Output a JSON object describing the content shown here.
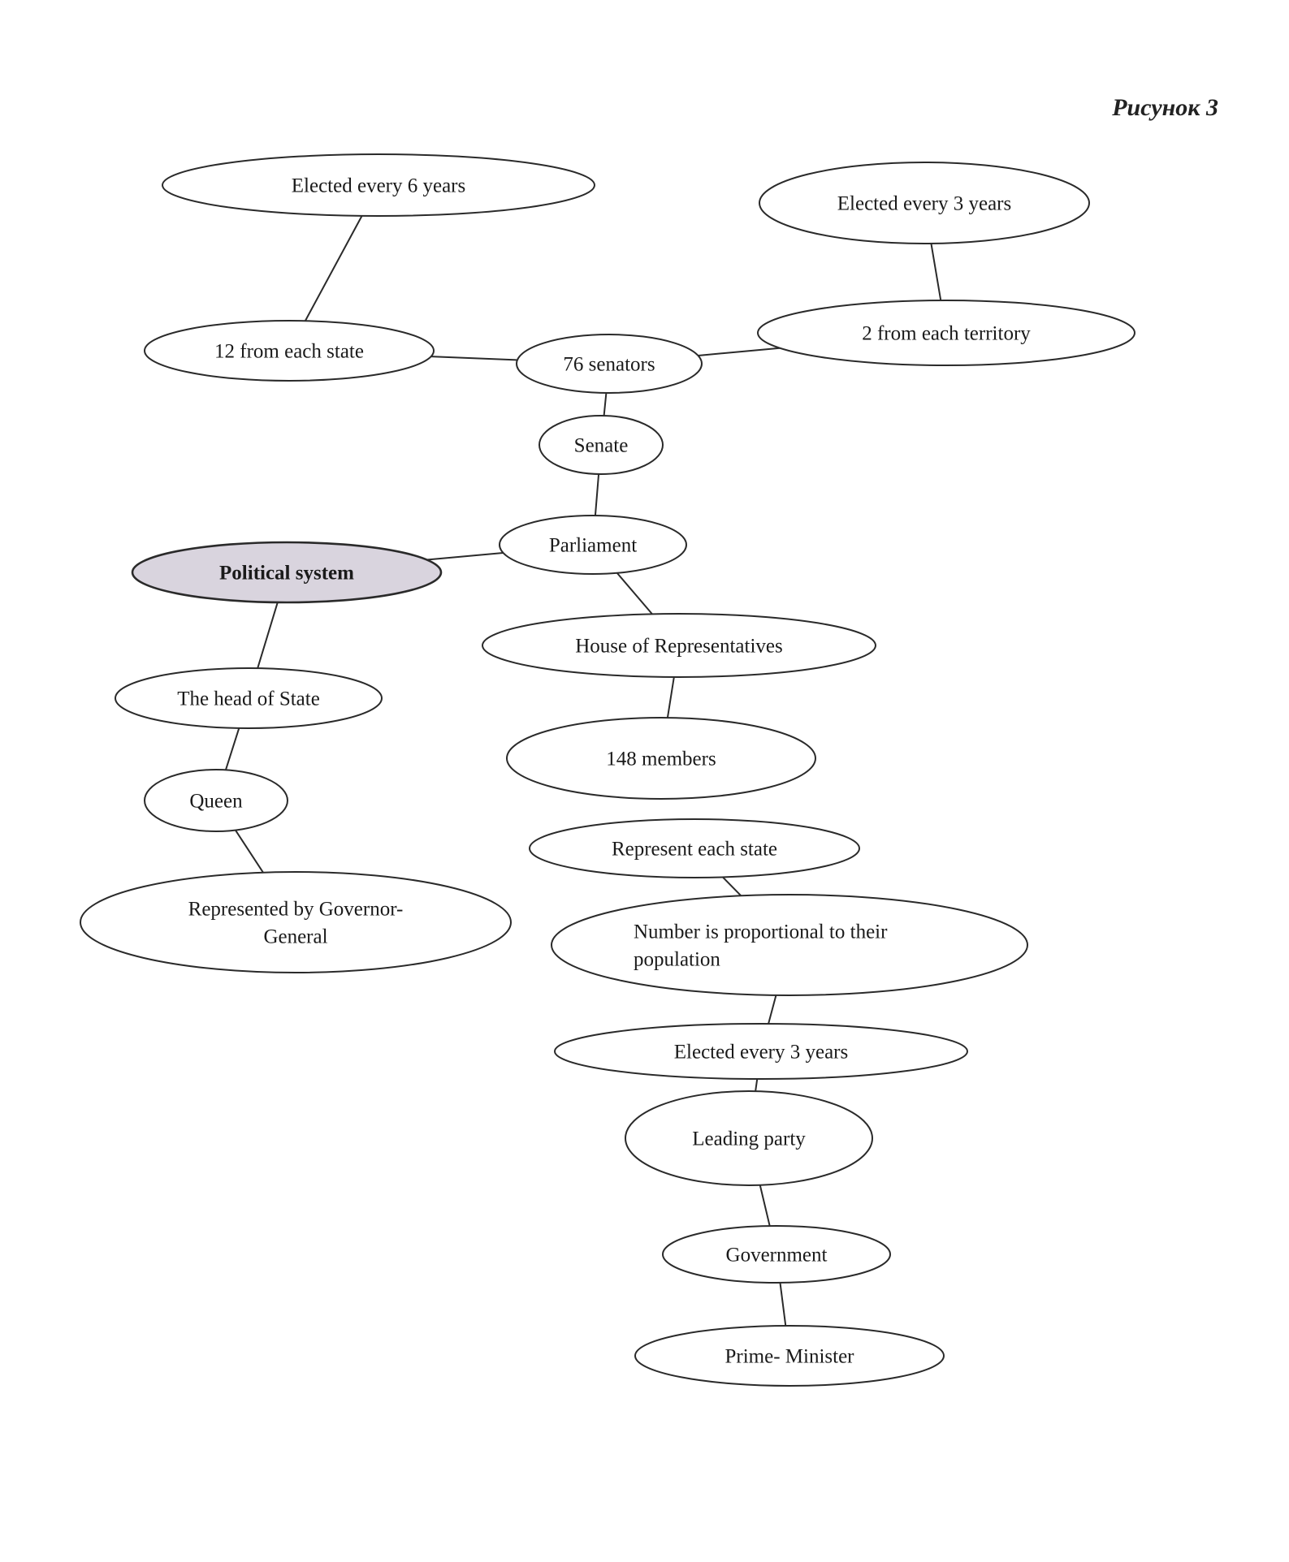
{
  "caption": "Рисунок 3",
  "colors": {
    "stroke": "#2a2a2a",
    "root_fill": "#d9d4de",
    "node_fill": "#ffffff"
  },
  "nodes": {
    "political_system": {
      "label": [
        "Political system"
      ],
      "root": true
    },
    "parliament": {
      "label": [
        "Parliament"
      ]
    },
    "senate": {
      "label": [
        "Senate"
      ]
    },
    "senators_76": {
      "label": [
        "76 senators"
      ]
    },
    "from_each_state_12": {
      "label": [
        "12 from each state"
      ]
    },
    "elected_every_6_years": {
      "label": [
        "Elected every 6 years"
      ]
    },
    "from_each_territory_2": {
      "label": [
        "2 from each territory"
      ]
    },
    "senate_elected_every_3_years": {
      "label": [
        "Elected every 3 years"
      ]
    },
    "house_of_representatives": {
      "label": [
        "House of Representatives"
      ]
    },
    "members_148": {
      "label": [
        "148 members"
      ]
    },
    "represent_each_state": {
      "label": [
        "Represent each state"
      ]
    },
    "number_proportional": {
      "label": [
        "Number is proportional to their",
        "population"
      ],
      "align": "left"
    },
    "house_elected_every_3_years": {
      "label": [
        "Elected every 3 years"
      ]
    },
    "leading_party": {
      "label": [
        "Leading party"
      ]
    },
    "government": {
      "label": [
        "Government"
      ]
    },
    "prime_minister": {
      "label": [
        "Prime- Minister"
      ]
    },
    "head_of_state": {
      "label": [
        "The head of State"
      ]
    },
    "queen": {
      "label": [
        "Queen"
      ]
    },
    "governor_general": {
      "label": [
        "Represented by Governor-",
        "General"
      ]
    }
  },
  "edges": [
    [
      "elected_every_6_years",
      "from_each_state_12"
    ],
    [
      "from_each_state_12",
      "senators_76"
    ],
    [
      "senators_76",
      "from_each_territory_2"
    ],
    [
      "from_each_territory_2",
      "senate_elected_every_3_years"
    ],
    [
      "senators_76",
      "senate"
    ],
    [
      "senate",
      "parliament"
    ],
    [
      "parliament",
      "political_system"
    ],
    [
      "parliament",
      "house_of_representatives"
    ],
    [
      "house_of_representatives",
      "members_148"
    ],
    [
      "represent_each_state",
      "number_proportional"
    ],
    [
      "number_proportional",
      "house_elected_every_3_years"
    ],
    [
      "house_elected_every_3_years",
      "leading_party"
    ],
    [
      "leading_party",
      "government"
    ],
    [
      "government",
      "prime_minister"
    ],
    [
      "political_system",
      "head_of_state"
    ],
    [
      "head_of_state",
      "queen"
    ],
    [
      "queen",
      "governor_general"
    ]
  ]
}
